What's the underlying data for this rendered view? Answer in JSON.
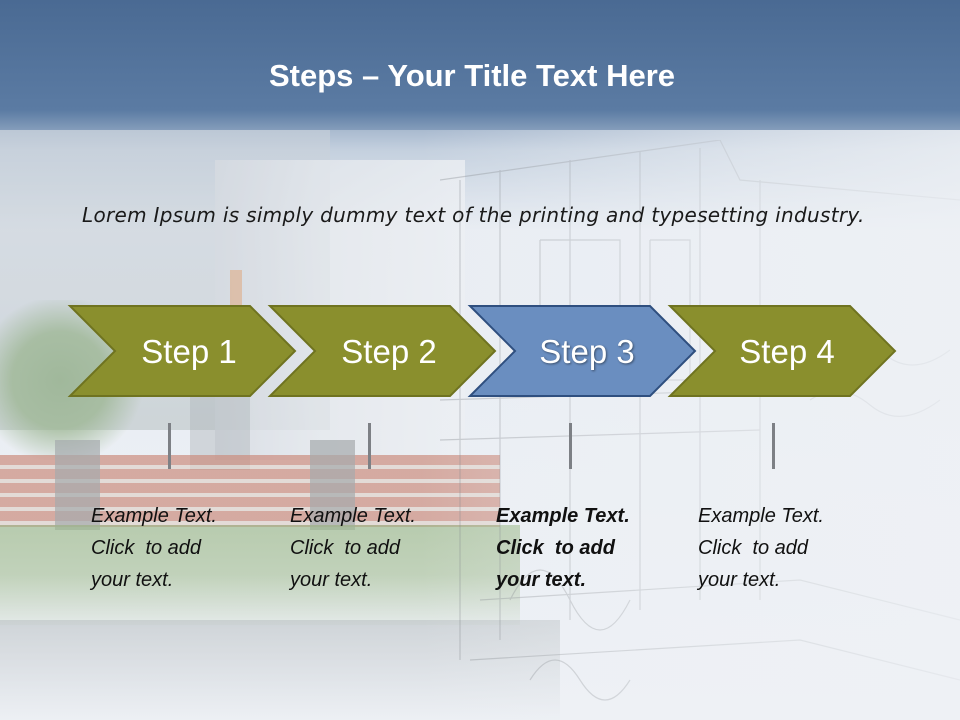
{
  "slide": {
    "title_bold": "Steps",
    "title_rest": " – Your Title Text Here",
    "intro": "Lorem Ipsum is simply dummy text of the printing and typesetting industry."
  },
  "steps": [
    {
      "label": "Step 1",
      "text": "Example Text.\nClick  to add\nyour text.",
      "active": false
    },
    {
      "label": "Step 2",
      "text": "Example Text.\nClick  to add\nyour text.",
      "active": false
    },
    {
      "label": "Step 3",
      "text": "Example Text.\nClick  to add\nyour text.",
      "active": true
    },
    {
      "label": "Step 4",
      "text": "Example Text.\nClick  to add\nyour text.",
      "active": false
    }
  ],
  "colors": {
    "header_blue": "#4a6a93",
    "step_olive": "#8a8f2d",
    "step_olive_border": "#6f7320",
    "step_active_blue": "#6a8ec0",
    "step_active_border": "#2f4f7f"
  }
}
